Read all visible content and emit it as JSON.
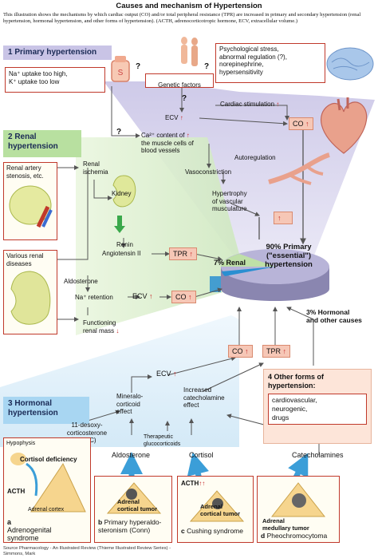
{
  "title": "Causes and mechanism of Hypertension",
  "description": "This illustration shows the mechanisms by which cardiac output (CO) and/or total peripheral resistance (TPR) are increased in primary and secondary hypertension (renal hypertension, hormonal hypertension, and other forms of hypertension). (ACTH, adrenocorticotropic hormone, ECV, extracellular volume.)",
  "sections": {
    "primary": "1 Primary hypertension",
    "renal": "2 Renal hypertension",
    "hormonal": "3 Hormonal hypertension",
    "other": "4 Other forms of hypertension:"
  },
  "primary": {
    "na_uptake": "Na⁺ uptake too high,",
    "k_uptake": "K⁺ uptake too low",
    "genetic": "Genetic factors",
    "psych_1": "Psychological stress,",
    "psych_2": "abnormal regulation (?),",
    "psych_3": "norepinephrine,",
    "psych_4": "hypersensitivity",
    "cardiac_stim": "Cardiac stimulation",
    "ecv": "ECV",
    "ca_1": "Ca²⁺ content of",
    "ca_2": "the muscle cells of",
    "ca_3": "blood vessels",
    "autoregulation": "Autoregulation",
    "vasoconstriction": "Vasoconstriction",
    "hyper_1": "Hypertrophy",
    "hyper_2": "of vascular",
    "hyper_3": "musculature",
    "co": "CO",
    "question": "?"
  },
  "renal": {
    "stenosis_1": "Renal artery",
    "stenosis_2": "stenosis, etc.",
    "ischemia_1": "Renal",
    "ischemia_2": "ischemia",
    "kidney": "Kidney",
    "renin": "Renin",
    "angiotensin": "Angiotensin II",
    "tpr": "TPR",
    "diseases_1": "Various renal",
    "diseases_2": "diseases",
    "aldosterone": "Aldosterone",
    "na_retention": "Na⁺ retention",
    "ecv": "ECV",
    "co": "CO",
    "mass_1": "Functioning",
    "mass_2": "renal mass"
  },
  "pie": {
    "primary_1": "90% Primary",
    "primary_2": "(\"essential\")",
    "primary_3": "hypertension",
    "renal": "7% Renal",
    "hormonal_1": "3%  Hormonal",
    "hormonal_2": "and other causes"
  },
  "hormonal": {
    "co": "CO",
    "tpr": "TPR",
    "ecv": "ECV",
    "mineralo_1": "Mineralo-",
    "mineralo_2": "corticoid",
    "mineralo_3": "effect",
    "catechol_1": "Increased",
    "catechol_2": "catecholamine",
    "catechol_3": "effect",
    "doc_1": "11-desoxy-",
    "doc_2": "corticosterone",
    "doc_3": "(DOC)",
    "thera_1": "Therapeutic",
    "thera_2": "glucocorticoids",
    "aldosterone": "Aldosterone",
    "cortisol": "Cortisol",
    "catecholamines": "Catecholamines",
    "hypophysis": "Hypophysis",
    "cortisol_def": "Cortisol deficiency",
    "acth": "ACTH",
    "adrenal_cortex": "Adrenal cortex",
    "a_letter": "a",
    "a_1": "Adrenogenital",
    "a_2": "syndrome",
    "b_tumor_1": "Adrenal",
    "b_tumor_2": "cortical tumor",
    "b_letter": "b",
    "b_1": "Primary hyperaldo-",
    "b_2": "steronism (Conn)",
    "c_acth": "ACTH",
    "c_tumor_1": "Adrenal",
    "c_tumor_2": "cortical tumor",
    "c_letter": "c",
    "c_1": "Cushing syndrome",
    "d_tumor_1": "Adrenal",
    "d_tumor_2": "medullary tumor",
    "d_letter": "d",
    "d_1": "Pheochromocytoma"
  },
  "other": {
    "line1": "cardiovascular,",
    "line2": "neurogenic,",
    "line3": "drugs"
  },
  "footer": {
    "line1": "Source   Pharmacology - An Illustrated Review (Thieme Illustrated Review Series) -",
    "line2": "Simmons, Mark"
  },
  "up_arrow": "↑",
  "down_arrow": "↓"
}
